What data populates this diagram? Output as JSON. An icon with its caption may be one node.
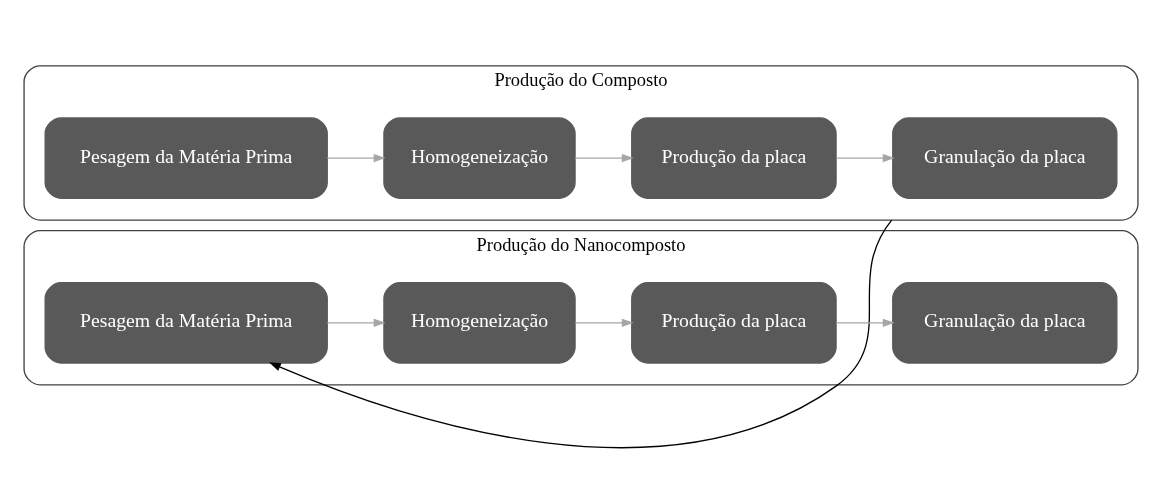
{
  "diagram": {
    "nodes": [
      {
        "text": [
          "Produção do Composto"
        ]
      },
      {
        "text": [
          "Pesagem da Matéria Prima"
        ],
        "in": 0
      },
      {
        "text": [
          "Homogeneização"
        ],
        "in": 0
      },
      {
        "text": [
          "Produção da placa"
        ],
        "in": 0
      },
      {
        "text": [
          "Granulação da placa"
        ],
        "in": 0
      },
      {
        "text": [
          "Produção do Nanocomposto"
        ]
      },
      {
        "text": [
          "Pesagem da Matéria Prima"
        ],
        "in": 5
      },
      {
        "text": [
          "Homogeneização"
        ],
        "in": 5
      },
      {
        "text": [
          "Produção da placa"
        ],
        "in": 5
      },
      {
        "text": [
          "Granulação da placa"
        ],
        "in": 5
      }
    ],
    "edges": [
      {
        "from": 1,
        "to": 2,
        "arrow": "to"
      },
      {
        "from": 2,
        "to": 3,
        "arrow": "to"
      },
      {
        "from": 3,
        "to": 4,
        "arrow": "to"
      },
      {
        "from": 0,
        "to": 6,
        "arrow": "to",
        "color": "#000000"
      },
      {
        "from": 6,
        "to": 7,
        "arrow": "to"
      },
      {
        "from": 7,
        "to": 8,
        "arrow": "to"
      },
      {
        "from": 8,
        "to": 9,
        "arrow": "to"
      }
    ]
  }
}
